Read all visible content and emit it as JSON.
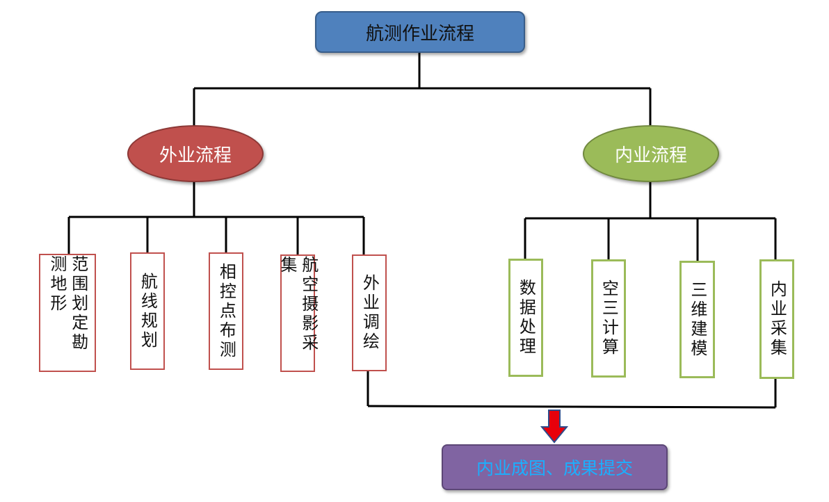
{
  "title": "航测作业流程",
  "branches": {
    "field": {
      "label": "外业流程",
      "color": "#c0504d",
      "steps": [
        "范围划定勘测地形",
        "航线规划",
        "相控点布测",
        "航空摄影采集",
        "外业调绘"
      ]
    },
    "office": {
      "label": "内业流程",
      "color": "#9bbb59",
      "steps": [
        "数据处理",
        "空三计算",
        "三维建模",
        "内业采集"
      ]
    }
  },
  "result": "内业成图、成果提交",
  "colors": {
    "title": "#4f81bd",
    "result": "#8064a2",
    "arrow": "#e8000b",
    "result_text": "#1ab0ff"
  }
}
